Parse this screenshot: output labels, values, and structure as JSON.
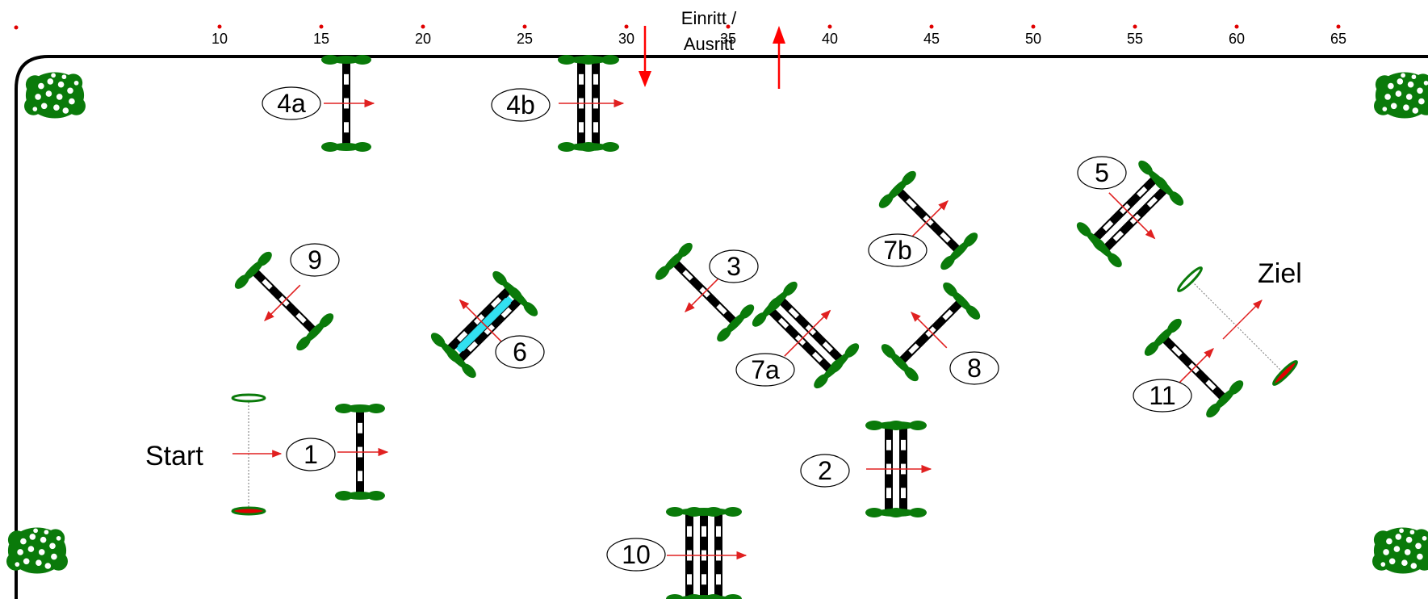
{
  "ruler": {
    "ticks": [
      "10",
      "15",
      "20",
      "25",
      "30",
      "35",
      "40",
      "45",
      "50",
      "55",
      "60",
      "65"
    ],
    "tick_color": "#e00000"
  },
  "entrance": {
    "line1": "Einritt /",
    "line2": "Ausritt",
    "arrow_color": "#ff0000"
  },
  "start": {
    "label": "Start"
  },
  "finish": {
    "label": "Ziel"
  },
  "obstacles": [
    {
      "id": "1",
      "label": "1",
      "type": "vertical",
      "direction": "right"
    },
    {
      "id": "2",
      "label": "2",
      "type": "oxer",
      "direction": "right"
    },
    {
      "id": "3",
      "label": "3",
      "type": "vertical",
      "direction": "down-left"
    },
    {
      "id": "4a",
      "label": "4a",
      "type": "vertical",
      "direction": "right"
    },
    {
      "id": "4b",
      "label": "4b",
      "type": "oxer",
      "direction": "right"
    },
    {
      "id": "5",
      "label": "5",
      "type": "oxer",
      "direction": "down-right"
    },
    {
      "id": "6",
      "label": "6",
      "type": "oxer with water",
      "direction": "up-left"
    },
    {
      "id": "7a",
      "label": "7a",
      "type": "oxer",
      "direction": "up-right"
    },
    {
      "id": "7b",
      "label": "7b",
      "type": "vertical",
      "direction": "up-right"
    },
    {
      "id": "8",
      "label": "8",
      "type": "vertical",
      "direction": "up-left"
    },
    {
      "id": "9",
      "label": "9",
      "type": "vertical",
      "direction": "down-left"
    },
    {
      "id": "10",
      "label": "10",
      "type": "triple bar",
      "direction": "right"
    },
    {
      "id": "11",
      "label": "11",
      "type": "vertical",
      "direction": "up-right"
    }
  ],
  "colors": {
    "arena_border": "#000000",
    "pole_dark": "#000000",
    "pole_light": "#ffffff",
    "water": "#33e0f0",
    "greenery": "#0a7a0a",
    "arrow": "#e02020",
    "bush_flower": "#ffffff"
  }
}
